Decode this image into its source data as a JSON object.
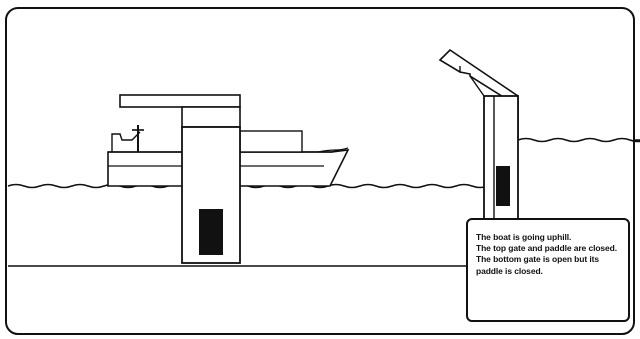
{
  "caption": {
    "text": "The boat is going uphill.\nThe top gate and paddle are closed.  The bottom gate is open but its paddle is closed."
  },
  "colors": {
    "ink": "#111111",
    "background": "#ffffff"
  },
  "scene": {
    "paddle_state": "closed",
    "top_gate": "closed",
    "bottom_gate": "open"
  }
}
